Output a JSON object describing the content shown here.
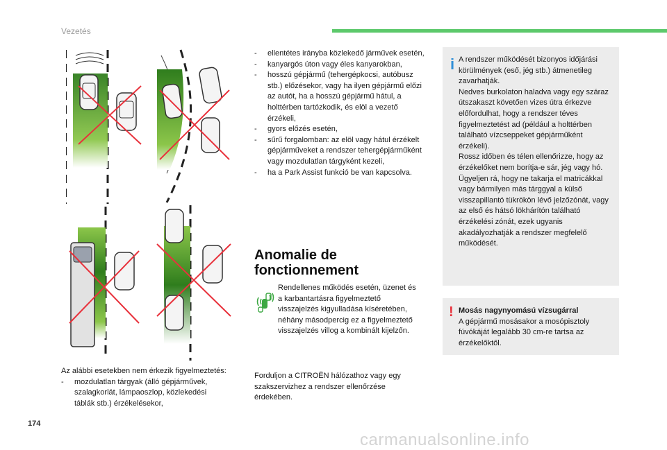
{
  "header": {
    "section_title": "Vezetés",
    "accent_color": "#5cc96b"
  },
  "page_number": "174",
  "watermark": "carmanualsonline.info",
  "illustrations": {
    "icon_names": [
      "car-sensor-diagram-straight",
      "car-sensor-diagram-curve",
      "car-sensor-diagram-truck",
      "car-sensor-diagram-traffic"
    ],
    "cross_color": "#e8323c",
    "zone_color": "#5aa829"
  },
  "column1": {
    "intro": "Az alábbi esetekben nem érkezik figyelmeztetés:",
    "items": [
      "mozdulatlan tárgyak (álló gépjárművek, szalagkorlát, lámpaoszlop, közlekedési táblák stb.) érzékelésekor,"
    ]
  },
  "column2": {
    "items": [
      "ellentétes irányba közlekedő járművek esetén,",
      "kanyargós úton vagy éles kanyarokban,",
      "hosszú gépjármű (tehergépkocsi, autóbusz stb.) előzésekor, vagy ha ilyen gépjármű előzi az autót, ha a hosszú gépjármű hátul, a holttérben tartózkodik, és elöl a vezető érzékeli,",
      "gyors előzés esetén,",
      "sűrű forgalomban: az elöl vagy hátul érzékelt gépjárműveket a rendszer tehergépjárműként vagy mozdulatlan tárgyként kezeli,",
      "ha a Park Assist funkció be van kapcsolva."
    ],
    "heading_line1": "Anomalie de",
    "heading_line2": "fonctionnement",
    "warning_text": "Rendellenes működés esetén, üzenet és a karbantartásra figyelmeztető visszajelzés kigyulladása kíséretében, néhány másodpercig ez a figyelmeztető visszajelzés villog a kombinált kijelzőn.",
    "footer_text": "Forduljon a CITROËN hálózathoz vagy egy szakszervizhez a rendszer ellenőrzése érdekében."
  },
  "info_box": {
    "icon": "i",
    "icon_color": "#2f8fd8",
    "text": "A rendszer működését bizonyos időjárási körülmények (eső, jég stb.) átmenetileg zavarhatják.\nNedves burkolaton haladva vagy egy száraz útszakaszt követően vizes útra érkezve előfordulhat, hogy a rendszer téves figyelmeztetést ad (például a holttérben található vízcseppeket gépjárműként érzékeli).\nRossz időben és télen ellenőrizze, hogy az érzékelőket nem borítja-e sár, jég vagy hó.\nÜgyeljen rá, hogy ne takarja el matricákkal vagy bármilyen más tárggyal a külső visszapillantó tükrökön lévő jelzőzónát, vagy az első és hátsó lökhárítón található érzékelési zónát, ezek ugyanis akadályozhatják a rendszer megfelelő működését."
  },
  "caution_box": {
    "icon": "!",
    "icon_color": "#e8323c",
    "title": "Mosás nagynyomású vízsugárral",
    "text": "A gépjármű mosásakor a mosópisztoly fúvókáját legalább 30 cm-re tartsa az érzékelőktől."
  }
}
